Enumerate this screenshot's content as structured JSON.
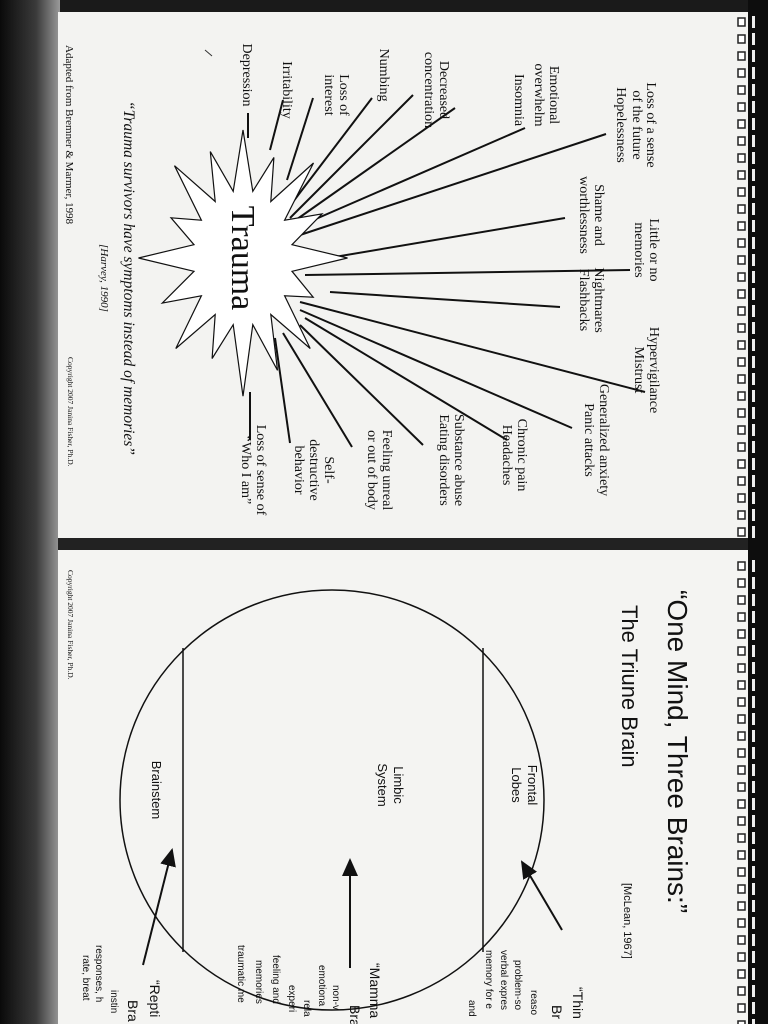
{
  "left_page": {
    "center_label": "Trauma",
    "symptoms": [
      {
        "lines": [
          "Loss of a sense",
          "of the future",
          "Hopelessness"
        ]
      },
      {
        "lines": [
          "Little or no",
          "memories"
        ]
      },
      {
        "lines": [
          "Hypervigilance",
          "Mistrust"
        ]
      },
      {
        "lines": [
          "Emotional",
          "overwhelm"
        ]
      },
      {
        "lines": [
          "Insomnia"
        ]
      },
      {
        "lines": [
          "Decreased",
          "concentration"
        ]
      },
      {
        "lines": [
          "Numbing"
        ]
      },
      {
        "lines": [
          "Loss of",
          "interest"
        ]
      },
      {
        "lines": [
          "Irritability"
        ]
      },
      {
        "lines": [
          "Depression"
        ]
      },
      {
        "lines": [
          "Shame and",
          "worthlessness"
        ]
      },
      {
        "lines": [
          "Nightmares",
          "Flashbacks"
        ]
      },
      {
        "lines": [
          "Generalized anxiety",
          "Panic attacks"
        ]
      },
      {
        "lines": [
          "Chronic pain",
          "Headaches"
        ]
      },
      {
        "lines": [
          "Substance abuse",
          "Eating disorders"
        ]
      },
      {
        "lines": [
          "Feeling unreal",
          "or out of body"
        ]
      },
      {
        "lines": [
          "Self-",
          "destructive",
          "behavior"
        ]
      },
      {
        "lines": [
          "Loss of sense of",
          "“Who I am”"
        ]
      }
    ],
    "quote": "“Trauma survivors have symptoms instead of memories”",
    "quote_citation": "[Harvey, 1990]",
    "source": "Adapted from Bremner & Marmer, 1998",
    "copyright": "Copyright 2007 Janina Fisher, Ph.D."
  },
  "right_page": {
    "title": "“One Mind, Three Brains:”",
    "subtitle": "The Triune Brain",
    "subtitle_citation": "[McLean, 1967]",
    "regions": {
      "frontal": [
        "Frontal",
        "Lobes"
      ],
      "limbic": [
        "Limbic",
        "System"
      ],
      "brainstem": [
        "Brainstem"
      ]
    },
    "descriptions": {
      "thinking": [
        "“Thin",
        "Br",
        "reaso",
        "problem-so",
        "verbal expres",
        "memory for e",
        "and"
      ],
      "mammalian": [
        "“Mamma",
        "Bra",
        "non-v",
        "emotiona",
        "rela",
        "experi",
        "feeling and",
        "memories",
        "traumatic me"
      ],
      "reptilian": [
        "“Repti",
        "Bra",
        "instin",
        "responses, h",
        "rate, breat"
      ]
    },
    "copyright": "Copyright 2007 Janina Fisher, Ph.D."
  },
  "colors": {
    "paper": "#f3f3f1",
    "ink": "#111111",
    "binding": "#0d0d0d"
  }
}
